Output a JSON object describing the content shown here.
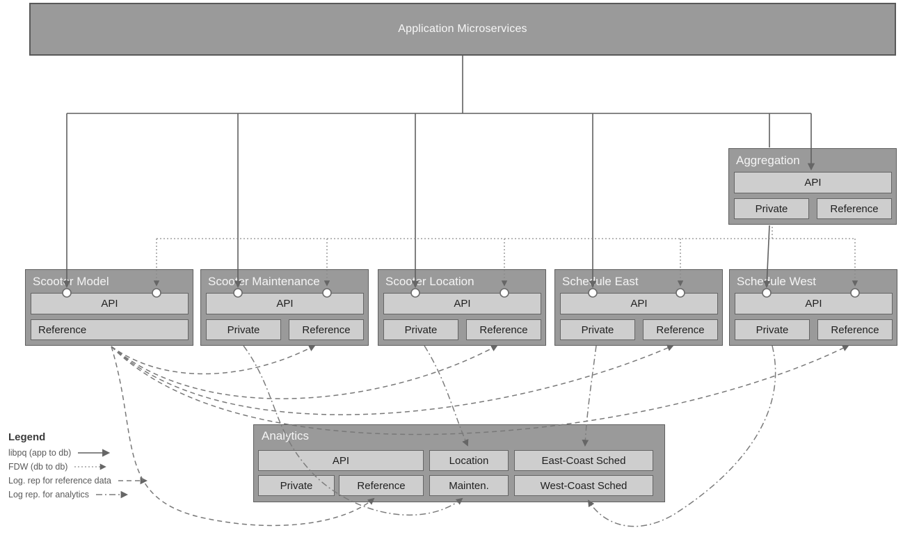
{
  "banner": {
    "title": "Application Microservices"
  },
  "boxes": {
    "scooter_model": {
      "title": "Scooter Model",
      "api_label": "API",
      "reference_label": "Reference"
    },
    "scooter_maintenance": {
      "title": "Scooter Maintenance",
      "api_label": "API",
      "private_label": "Private",
      "reference_label": "Reference"
    },
    "scooter_location": {
      "title": "Scooter Location",
      "api_label": "API",
      "private_label": "Private",
      "reference_label": "Reference"
    },
    "schedule_east": {
      "title": "Schedule East",
      "api_label": "API",
      "private_label": "Private",
      "reference_label": "Reference"
    },
    "schedule_west": {
      "title": "Schedule West",
      "api_label": "API",
      "private_label": "Private",
      "reference_label": "Reference"
    },
    "aggregation": {
      "title": "Aggregation",
      "api_label": "API",
      "private_label": "Private",
      "reference_label": "Reference"
    },
    "analytics": {
      "title": "Analytics",
      "api_label": "API",
      "private_label": "Private",
      "reference_label": "Reference",
      "location_label": "Location",
      "mainten_label": "Mainten.",
      "east_label": "East-Coast Sched",
      "west_label": "West-Coast Sched"
    }
  },
  "legend": {
    "title": "Legend",
    "items": [
      {
        "label": "libpq (app to db)",
        "style": "solid"
      },
      {
        "label": "FDW (db to db)",
        "style": "dotted"
      },
      {
        "label": "Log. rep for reference data",
        "style": "dashed"
      },
      {
        "label": "Log rep. for analytics",
        "style": "dashdot"
      }
    ]
  },
  "colors": {
    "box_fill": "#9a9a9a",
    "box_border": "#5e5e5e",
    "cell_fill": "#cecece",
    "cell_border": "#646464",
    "line": "#5f5f5f",
    "background": "#ffffff"
  }
}
